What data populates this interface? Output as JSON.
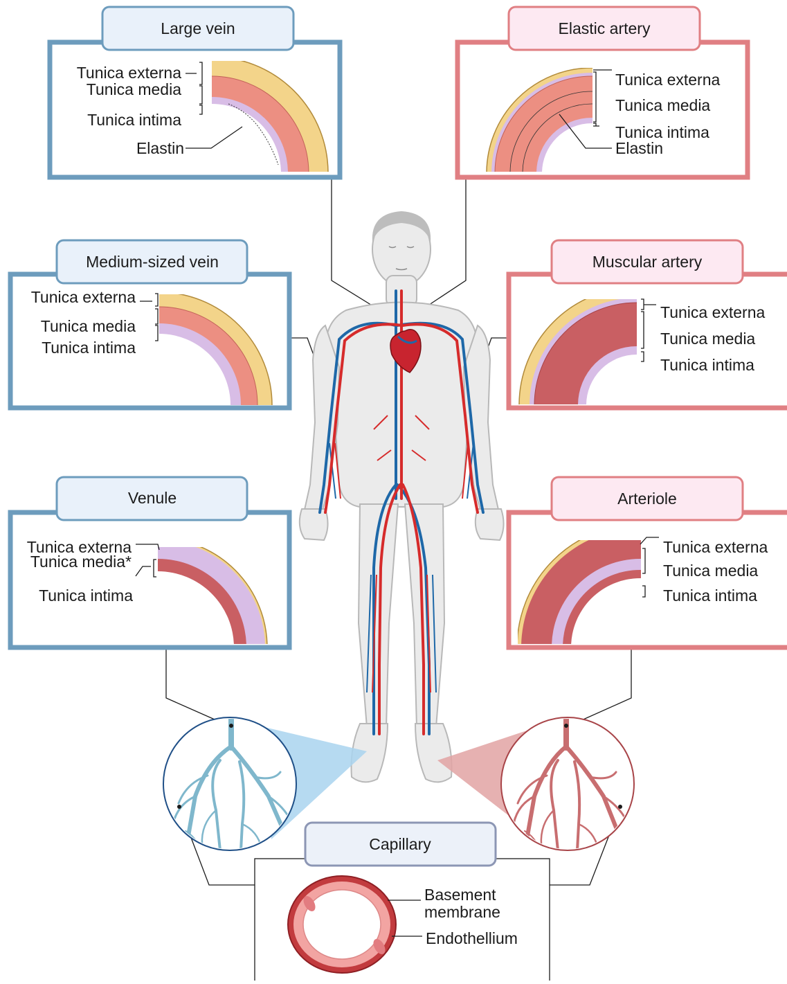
{
  "colors": {
    "vein_frame": "#6d9cbd",
    "vein_title_bg": "#e9f1fa",
    "artery_frame": "#e07f83",
    "artery_title_bg": "#fde9f2",
    "capillary_title_border": "#8c96b4",
    "externa": "#f3d48a",
    "media": "#ec8f82",
    "intima": "#d8bde6",
    "vein_branch": "#7fb7cc",
    "artery_branch": "#c86e70",
    "vein_vessel": "#1e68a8",
    "artery_vessel": "#d62b2b"
  },
  "panels": {
    "large_vein": {
      "title": "Large vein",
      "labels": [
        "Tunica externa",
        "Tunica media",
        "Tunica intima",
        "Elastin"
      ]
    },
    "elastic_artery": {
      "title": "Elastic artery",
      "labels": [
        "Tunica externa",
        "Tunica media",
        "Tunica intima",
        "Elastin"
      ]
    },
    "medium_vein": {
      "title": "Medium-sized vein",
      "labels": [
        "Tunica externa",
        "Tunica media",
        "Tunica intima"
      ]
    },
    "muscular_artery": {
      "title": "Muscular artery",
      "labels": [
        "Tunica externa",
        "Tunica media",
        "Tunica intima"
      ]
    },
    "venule": {
      "title": "Venule",
      "labels": [
        "Tunica externa",
        "Tunica media*",
        "Tunica intima"
      ]
    },
    "arteriole": {
      "title": "Arteriole",
      "labels": [
        "Tunica externa",
        "Tunica media",
        "Tunica intima"
      ]
    },
    "capillary": {
      "title": "Capillary",
      "labels": [
        "Basement",
        "membrane",
        "Endothellium"
      ]
    }
  },
  "icons": [
    "human-body-icon",
    "heart-icon",
    "venous-network-icon",
    "arterial-network-icon",
    "capillary-cross-section-icon"
  ]
}
